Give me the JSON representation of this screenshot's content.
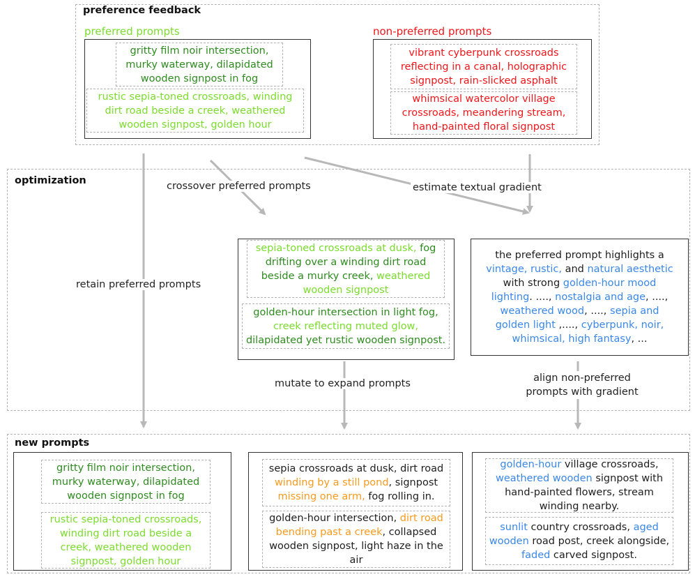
{
  "colors": {
    "dark_green": "#2e8b1f",
    "light_green": "#7bdc2d",
    "red": "#f0161b",
    "blue": "#3a87e8",
    "orange": "#f79a1e",
    "arrow_gray": "#b8b8b8"
  },
  "preference_feedback": {
    "title": "preference feedback",
    "preferred_label": "preferred prompts",
    "non_preferred_label": "non-preferred prompts",
    "preferred": [
      {
        "color": "dark_green",
        "text": "gritty film noir intersection, murky waterway, dilapidated wooden signpost in fog"
      },
      {
        "color": "light_green",
        "text": "rustic sepia-toned crossroads, winding dirt road beside a creek, weathered wooden signpost, golden hour"
      }
    ],
    "non_preferred": [
      {
        "color": "red",
        "text": "vibrant cyberpunk crossroads reflecting in a canal, holographic signpost, rain-slicked asphalt"
      },
      {
        "color": "red",
        "text": "whimsical watercolor village crossroads, meandering stream, hand-painted floral signpost"
      }
    ]
  },
  "optimization": {
    "title": "optimization",
    "crossover_label": "crossover preferred prompts",
    "gradient_label": "estimate textual gradient",
    "retain_label": "retain preferred prompts",
    "mutate_label": "mutate to expand prompts",
    "align_label": "align non-preferred prompts with gradient",
    "crossover_prompts": [
      [
        {
          "color": "light_green",
          "text": "sepia-toned crossroads at dusk,"
        },
        {
          "color": "dark_green",
          "text": " fog drifting over a winding dirt road beside a murky creek,"
        },
        {
          "color": "light_green",
          "text": " weathered wooden signpost"
        }
      ],
      [
        {
          "color": "dark_green",
          "text": "golden-hour intersection in light fog,"
        },
        {
          "color": "light_green",
          "text": " creek reflecting muted glow,"
        },
        {
          "color": "dark_green",
          "text": " dilapidated yet rustic wooden signpost."
        }
      ]
    ],
    "gradient_text": [
      {
        "color": "black",
        "text": "the preferred prompt highlights a "
      },
      {
        "color": "blue",
        "text": "vintage, rustic,"
      },
      {
        "color": "black",
        "text": " and "
      },
      {
        "color": "blue",
        "text": "natural aesthetic"
      },
      {
        "color": "black",
        "text": " with strong "
      },
      {
        "color": "blue",
        "text": "golden-hour mood lighting"
      },
      {
        "color": "black",
        "text": ". ...., "
      },
      {
        "color": "blue",
        "text": "nostalgia and age"
      },
      {
        "color": "black",
        "text": ", ...., "
      },
      {
        "color": "blue",
        "text": "weathered wood"
      },
      {
        "color": "black",
        "text": ", ...., "
      },
      {
        "color": "blue",
        "text": "sepia and golden light"
      },
      {
        "color": "black",
        "text": " ,...., "
      },
      {
        "color": "blue",
        "text": "cyberpunk, noir, whimsical, high fantasy"
      },
      {
        "color": "black",
        "text": ", ..."
      }
    ]
  },
  "new_prompts": {
    "title": "new prompts",
    "retained": [
      [
        {
          "color": "dark_green",
          "text": "gritty film noir intersection, murky waterway, dilapidated wooden signpost in fog"
        }
      ],
      [
        {
          "color": "light_green",
          "text": "rustic sepia-toned crossroads, winding dirt road beside a creek, weathered wooden signpost, golden hour"
        }
      ]
    ],
    "mutated": [
      [
        {
          "color": "black",
          "text": "sepia crossroads at dusk, dirt road "
        },
        {
          "color": "orange",
          "text": "winding by a still pond"
        },
        {
          "color": "black",
          "text": ", signpost "
        },
        {
          "color": "orange",
          "text": "missing one arm,"
        },
        {
          "color": "black",
          "text": " fog rolling in."
        }
      ],
      [
        {
          "color": "black",
          "text": "golden-hour intersection, "
        },
        {
          "color": "orange",
          "text": "dirt road bending past a creek"
        },
        {
          "color": "black",
          "text": ", collapsed wooden signpost, light haze in the air"
        }
      ]
    ],
    "aligned": [
      [
        {
          "color": "blue",
          "text": "golden-hour"
        },
        {
          "color": "black",
          "text": " village crossroads, "
        },
        {
          "color": "blue",
          "text": "weathered wooden"
        },
        {
          "color": "black",
          "text": " signpost with hand-painted flowers, stream winding nearby."
        }
      ],
      [
        {
          "color": "blue",
          "text": "sunlit"
        },
        {
          "color": "black",
          "text": " country crossroads, "
        },
        {
          "color": "blue",
          "text": "aged wooden"
        },
        {
          "color": "black",
          "text": " road post, creek alongside, "
        },
        {
          "color": "blue",
          "text": "faded"
        },
        {
          "color": "black",
          "text": " carved signpost."
        }
      ]
    ]
  }
}
